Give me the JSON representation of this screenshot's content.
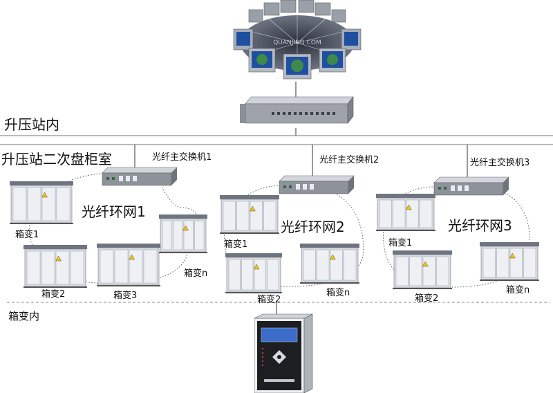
{
  "sections": {
    "station_inner": "升压站内",
    "secondary_room": "升压站二次盘柜室",
    "box_inner": "箱变内"
  },
  "rings": [
    {
      "switch_label": "光纤主交换机1",
      "ring_label": "光纤环网1",
      "boxes": [
        "箱变1",
        "箱变2",
        "箱变3",
        "箱变n"
      ]
    },
    {
      "switch_label": "光纤主交换机2",
      "ring_label": "光纤环网2",
      "boxes": [
        "箱变1",
        "箱变2",
        "箱变n"
      ]
    },
    {
      "switch_label": "光纤主交换机3",
      "ring_label": "光纤环网3",
      "boxes": [
        "箱变1",
        "箱变2",
        "箱变n"
      ]
    }
  ],
  "watermark": "QUANJING.COM",
  "colors": {
    "line": "#555555",
    "cabinet_body": "#d9dde4",
    "cabinet_roof": "#6e7480",
    "switch_body": "#8a8f98",
    "screen": "#1f4fa0"
  }
}
